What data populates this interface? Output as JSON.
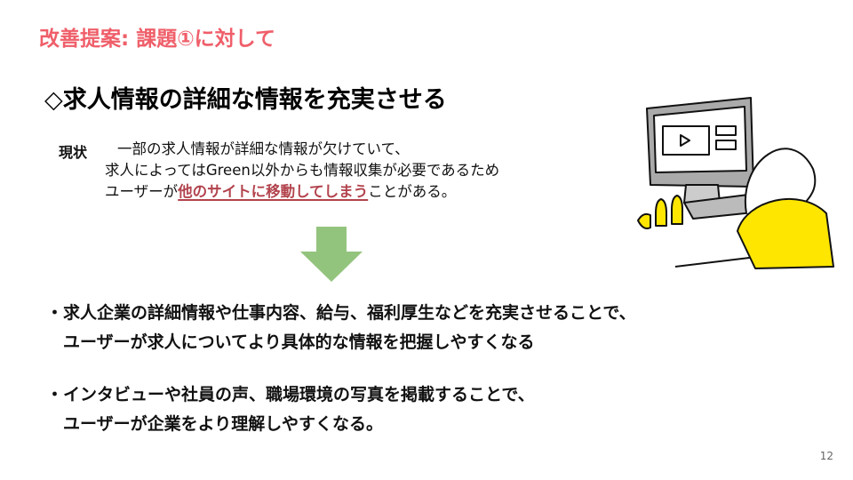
{
  "slide_title": "改善提案: 課題①に対して",
  "heading": "◇求人情報の詳細な情報を充実させる",
  "status": {
    "label": "現状",
    "line1": "一部の求人情報が詳細な情報が欠けていて、",
    "line2": "求人によってはGreen以外からも情報収集が必要であるため",
    "line3_pre": "ユーザーが",
    "line3_highlight": "他のサイトに移動してしまう",
    "line3_post": "ことがある。"
  },
  "bullets": [
    {
      "line1": "・求人企業の詳細情報や仕事内容、給与、福利厚生などを充実させることで、",
      "line2": "　ユーザーが求人についてより具体的な情報を把握しやすくなる"
    },
    {
      "line1": "・インタビューや社員の声、職場環境の写真を掲載することで、",
      "line2": "　ユーザーが企業をより理解しやすくなる。"
    }
  ],
  "page_number": "12",
  "colors": {
    "title": "#ef5f6a",
    "highlight": "#b2434d",
    "arrow": "#93c47d",
    "illustration_accent": "#ffe600"
  }
}
